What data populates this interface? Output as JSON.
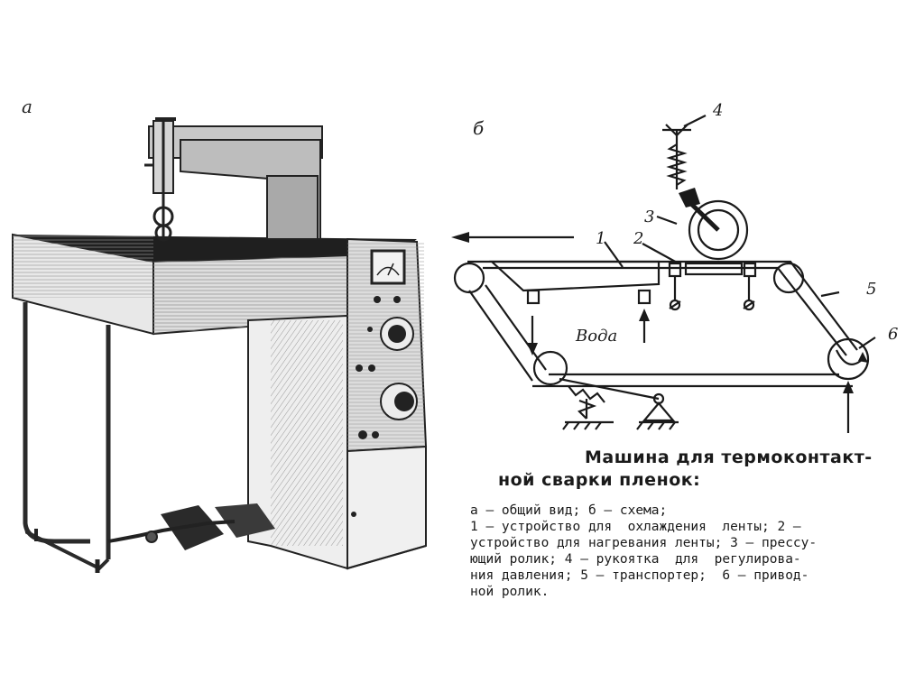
{
  "figure": {
    "label_a": "а",
    "label_b": "б"
  },
  "diagram": {
    "numbers": [
      "1",
      "2",
      "3",
      "4",
      "5",
      "6"
    ],
    "water_label": "Вода"
  },
  "caption": {
    "title_line1": "Машина для термоконтакт-",
    "title_line2": "ной сварки пленок:",
    "body_lines": [
      "а — общий вид; б — схема;",
      "1 — устройство для  охлаждения  ленты; 2 —",
      "устройство для нагревания ленты; 3 — прессу-",
      "ющий ролик; 4 — рукоятка  для  регулирова-",
      "ния давления; 5 — транспортер;  6 — привод-",
      "ной ролик."
    ]
  }
}
